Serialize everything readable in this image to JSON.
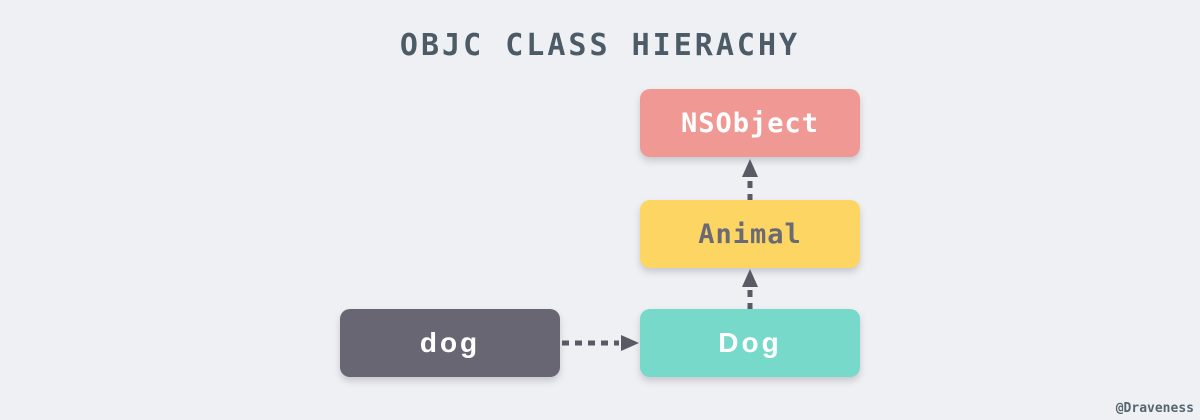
{
  "title": "OBJC CLASS HIERACHY",
  "watermark": "@Draveness",
  "colors": {
    "background": "#eff0f3",
    "title": "#4c5b66",
    "arrow": "#5b5964",
    "node-nsobject-bg": "#f09994",
    "node-nsobject-text": "#ffffff",
    "node-animal-bg": "#fcd563",
    "node-animal-text": "#6a6a74",
    "node-dog-bg": "#77d9c9",
    "node-dog-text": "#ffffff",
    "node-instance-bg": "#696673",
    "node-instance-text": "#ffffff"
  },
  "nodes": {
    "nsobject": {
      "label": "NSObject"
    },
    "animal": {
      "label": "Animal"
    },
    "dog_class": {
      "label": "Dog"
    },
    "dog_instance": {
      "label": "dog"
    }
  },
  "edges": [
    {
      "from": "Animal",
      "to": "NSObject"
    },
    {
      "from": "Dog",
      "to": "Animal"
    },
    {
      "from": "dog",
      "to": "Dog"
    }
  ]
}
